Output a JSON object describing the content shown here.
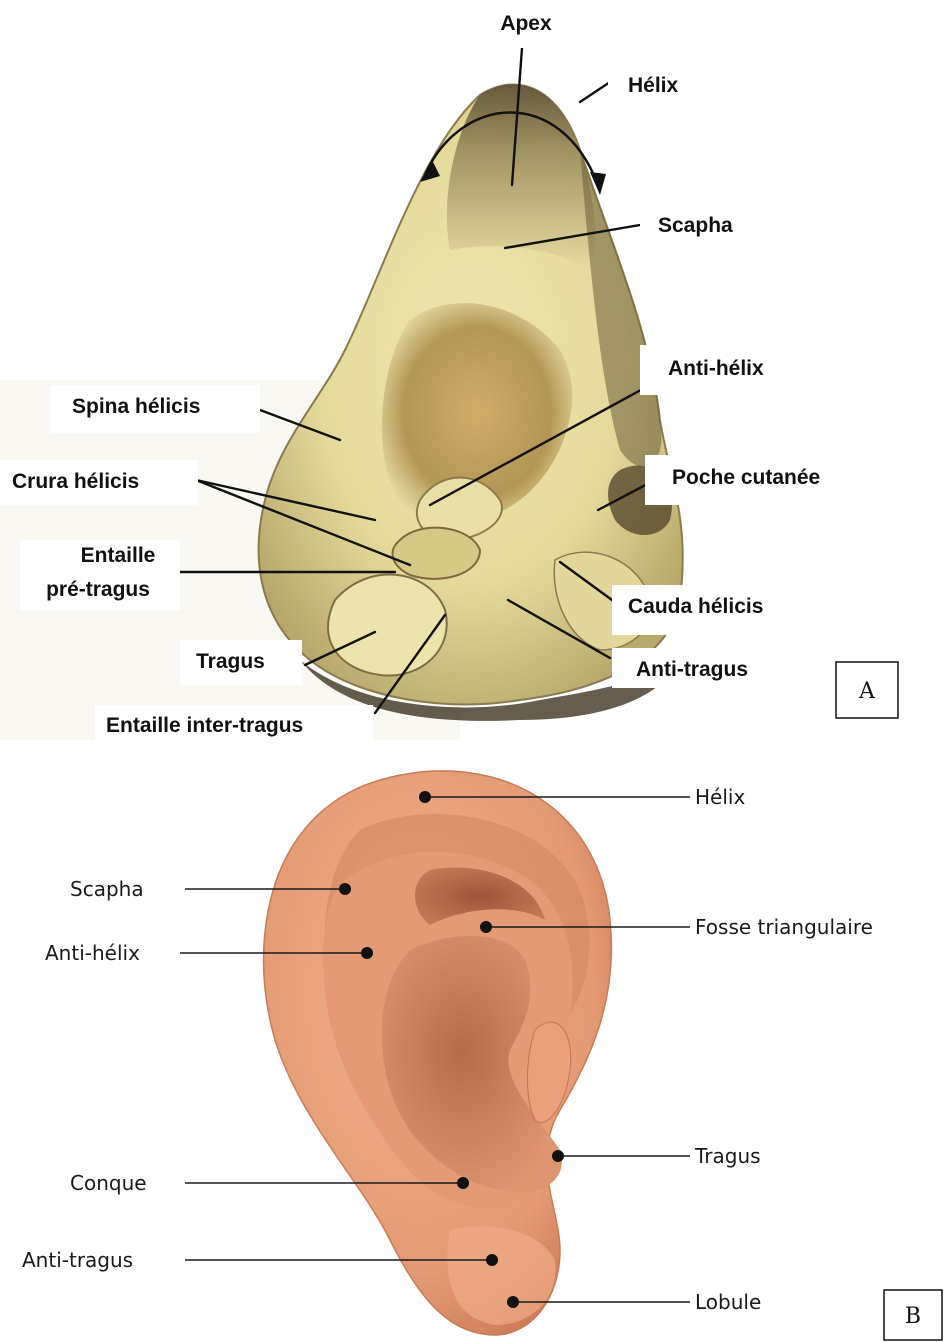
{
  "panel_a": {
    "letter": "A",
    "labels": {
      "apex": "Apex",
      "helix": "Hélix",
      "scapha": "Scapha",
      "anti_helix": "Anti-hélix",
      "spina_helicis": "Spina hélicis",
      "crura_helicis": "Crura hélicis",
      "poche_cutanee": "Poche cutanée",
      "entaille_pre_tragus_1": "Entaille",
      "entaille_pre_tragus_2": "pré-tragus",
      "cauda_helicis": "Cauda hélicis",
      "tragus": "Tragus",
      "anti_tragus": "Anti-tragus",
      "entaille_inter_tragus": "Entaille inter-tragus"
    }
  },
  "panel_b": {
    "letter": "B",
    "labels": {
      "helix": "Hélix",
      "scapha": "Scapha",
      "fosse_triangulaire": "Fosse triangulaire",
      "anti_helix": "Anti-hélix",
      "tragus": "Tragus",
      "conque": "Conque",
      "anti_tragus": "Anti-tragus",
      "lobule": "Lobule"
    }
  },
  "colors": {
    "illustration_a_base": "#e9dfa3",
    "illustration_a_shadow": "#7a6a45",
    "illustration_b_skin": "#e9a27c",
    "illustration_b_shadow": "#b25f3f"
  }
}
